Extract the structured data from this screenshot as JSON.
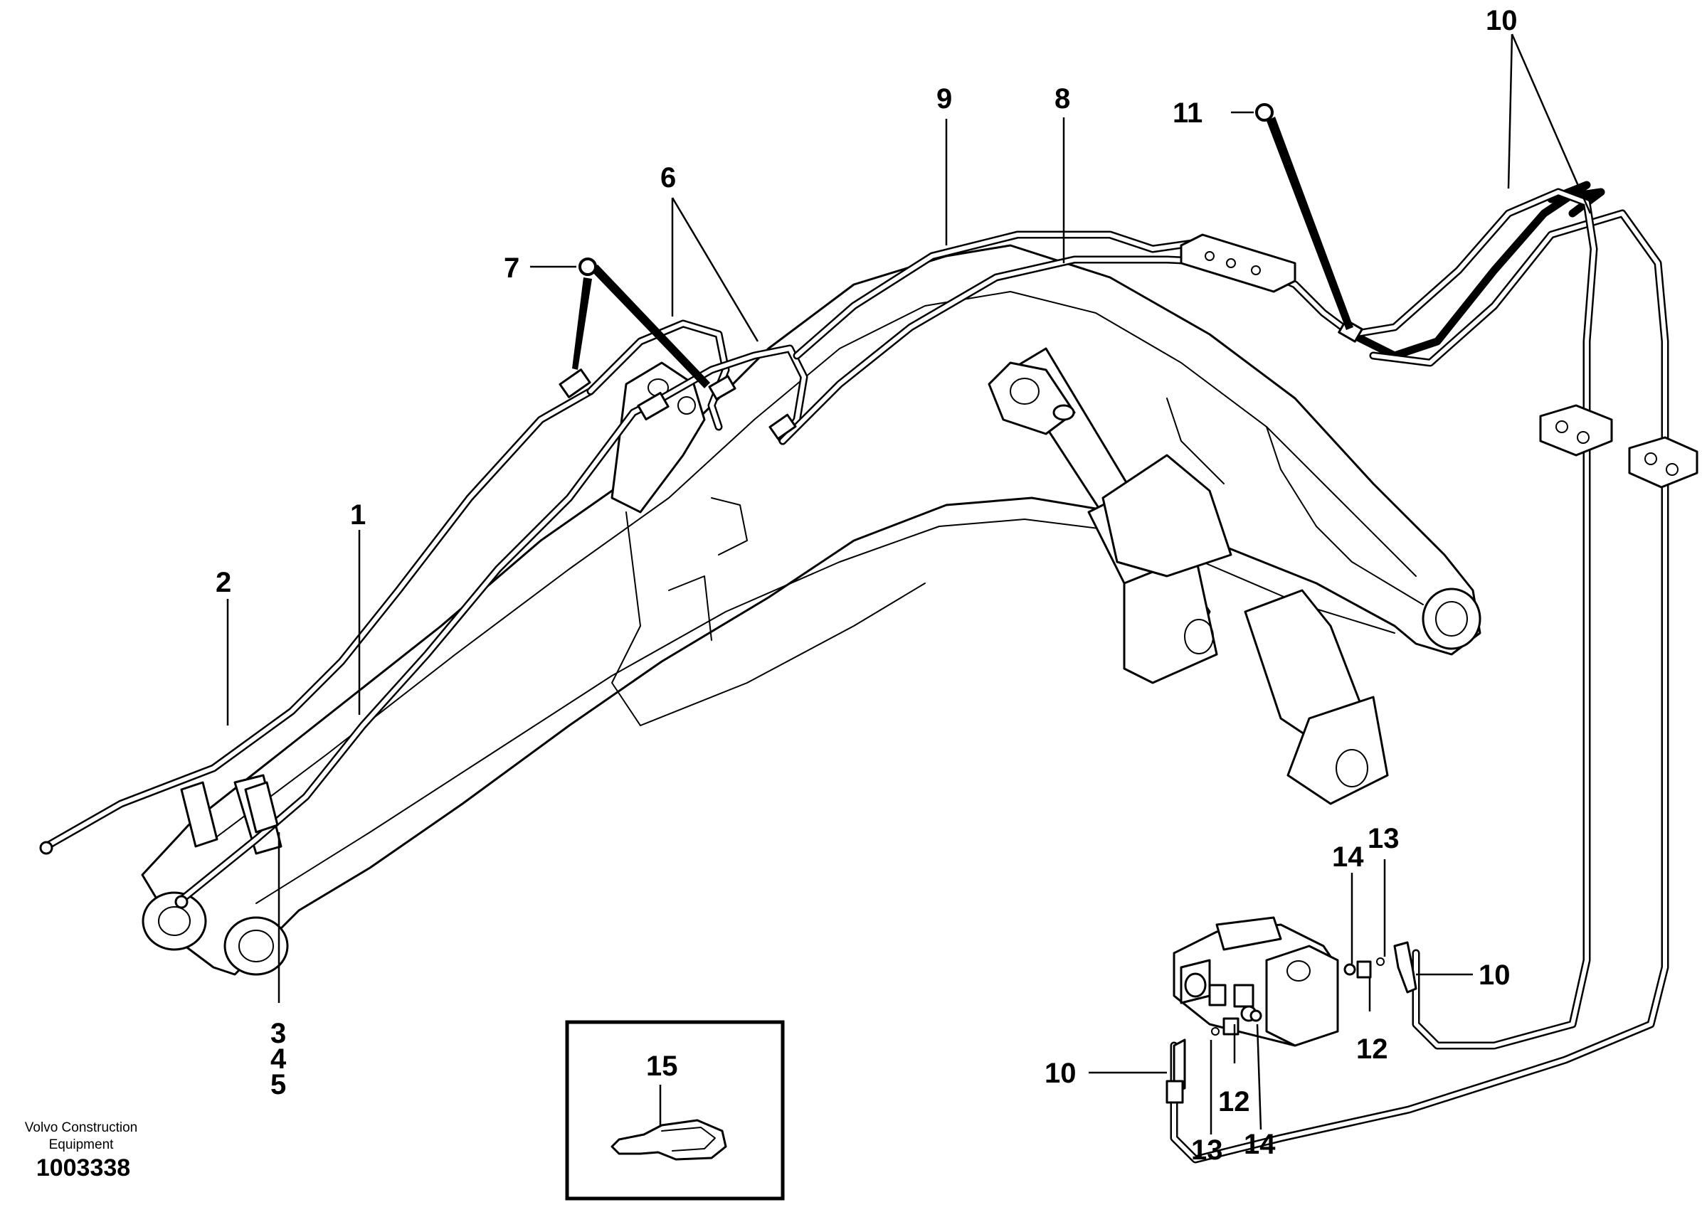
{
  "caption": {
    "line1": "Volvo Construction",
    "line2": "Equipment",
    "number": "1003338"
  },
  "labels": {
    "l1": "1",
    "l2": "2",
    "l3": "3",
    "l4": "4",
    "l5": "5",
    "l6": "6",
    "l7": "7",
    "l8": "8",
    "l9": "9",
    "l10_top": "10",
    "l10_right": "10",
    "l10_left": "10",
    "l11": "11",
    "l12_right": "12",
    "l12_left": "12",
    "l13_top": "13",
    "l13_bottom": "13",
    "l14_top": "14",
    "l14_bottom": "14",
    "l15": "15"
  }
}
